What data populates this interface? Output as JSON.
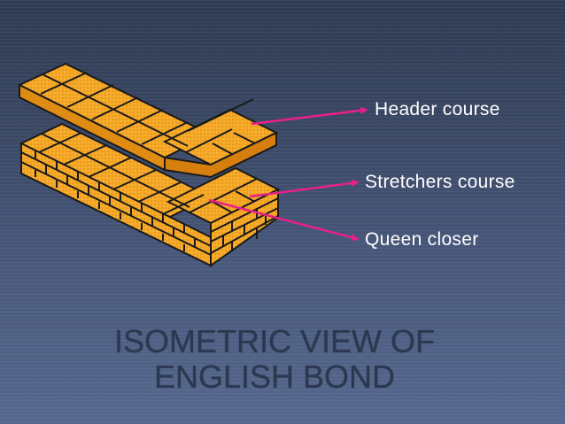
{
  "labels": {
    "header_course": "Header course",
    "stretchers_course": "Stretchers course",
    "queen_closer": "Queen closer"
  },
  "title": {
    "line1": "ISOMETRIC VIEW OF",
    "line2": "ENGLISH BOND"
  },
  "colors": {
    "brick": "#f5a623",
    "mortar": "#1a1a1a",
    "arrow": "#e8208a"
  },
  "icons": {
    "arrowheads": "arrow-icon"
  }
}
